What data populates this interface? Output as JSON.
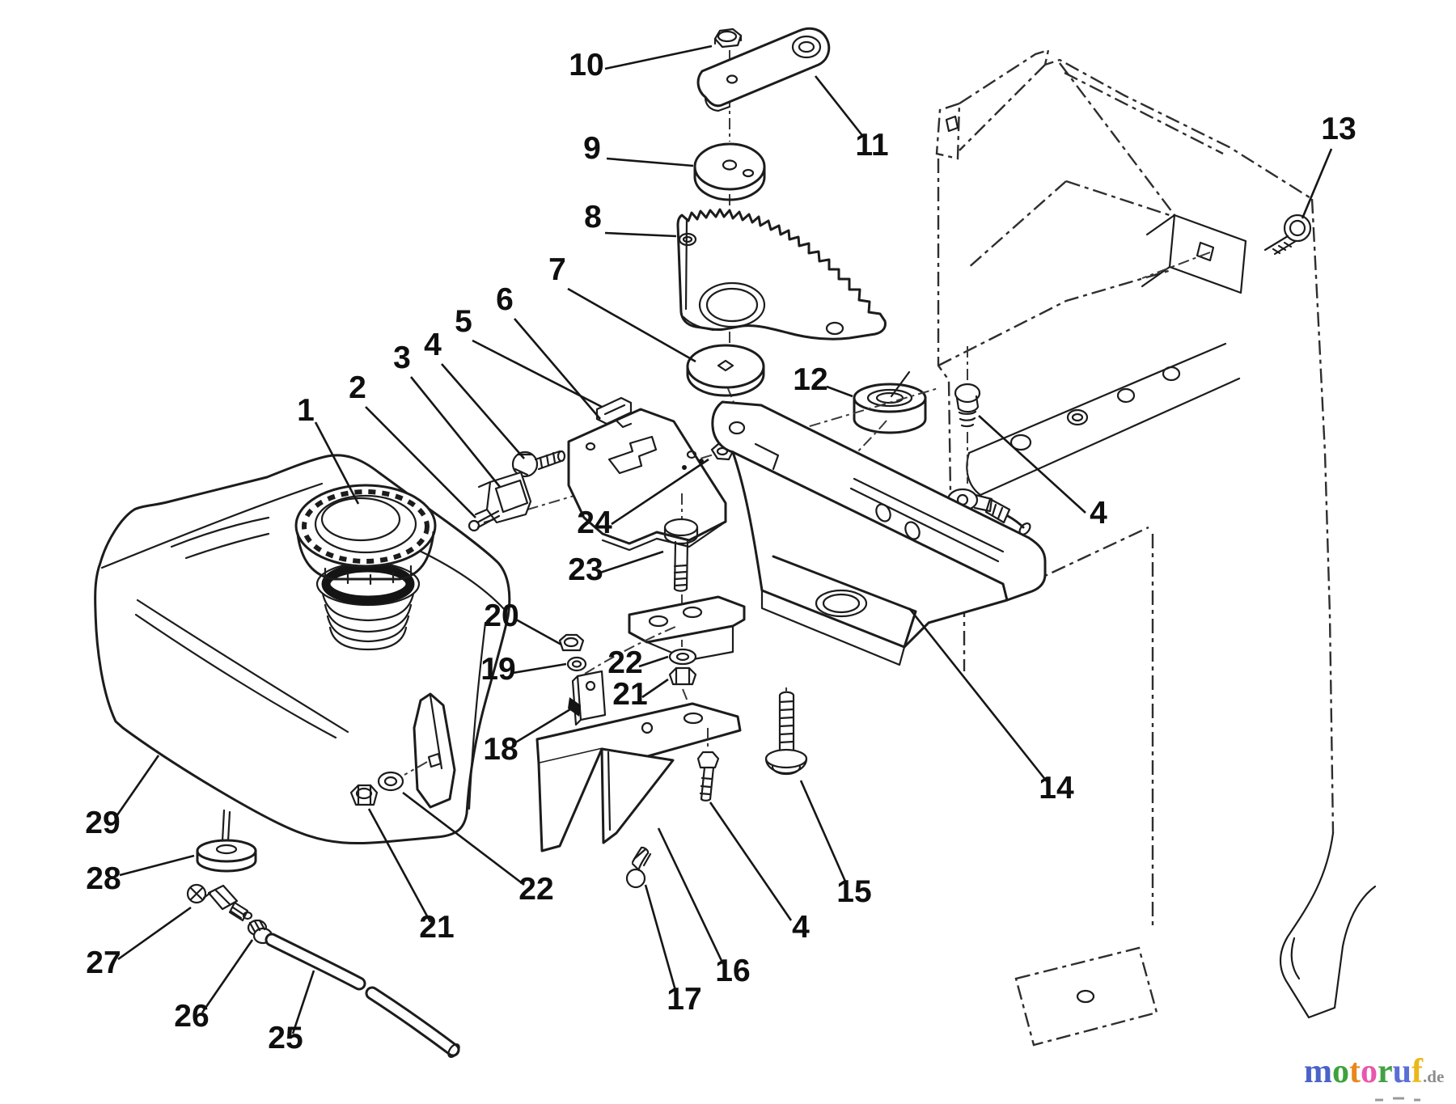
{
  "figure": {
    "type": "exploded-parts-diagram",
    "subject": "Fuel tank and steering gear assembly exploded view",
    "background": "#ffffff",
    "line_color": "#1c1c1c"
  },
  "callouts": [
    {
      "part": "fuel-tank-cap",
      "text": "1"
    },
    {
      "part": "pin",
      "text": "2"
    },
    {
      "part": "interlock-switch",
      "text": "3"
    },
    {
      "part": "bolt",
      "text": "4"
    },
    {
      "part": "clip",
      "text": "5"
    },
    {
      "part": "control-plate",
      "text": "6"
    },
    {
      "part": "washer",
      "text": "7"
    },
    {
      "part": "sector-gear",
      "text": "8"
    },
    {
      "part": "disc",
      "text": "9"
    },
    {
      "part": "nut",
      "text": "10"
    },
    {
      "part": "steering-plate",
      "text": "11"
    },
    {
      "part": "rubber-bushing",
      "text": "12"
    },
    {
      "part": "bolt",
      "text": "13"
    },
    {
      "part": "bolt",
      "text": "4"
    },
    {
      "part": "mounting-bracket",
      "text": "14"
    },
    {
      "part": "bolt",
      "text": "15"
    },
    {
      "part": "bolt",
      "text": "4"
    },
    {
      "part": "angle-bracket",
      "text": "16"
    },
    {
      "part": "bolt",
      "text": "17"
    },
    {
      "part": "clip",
      "text": "18"
    },
    {
      "part": "washer",
      "text": "19"
    },
    {
      "part": "nut",
      "text": "20"
    },
    {
      "part": "nut",
      "text": "21"
    },
    {
      "part": "washer",
      "text": "22"
    },
    {
      "part": "bolt",
      "text": "23"
    },
    {
      "part": "nut",
      "text": "24"
    },
    {
      "part": "fuel-hose",
      "text": "25"
    },
    {
      "part": "bushing",
      "text": "26"
    },
    {
      "part": "shutoff-valve",
      "text": "27"
    },
    {
      "part": "grommet",
      "text": "28"
    },
    {
      "part": "fuel-tank",
      "text": "29"
    },
    {
      "part": "nut",
      "text": "21"
    },
    {
      "part": "washer",
      "text": "22"
    }
  ],
  "watermark": {
    "letters": [
      {
        "ch": "m",
        "color": "#4a63c8"
      },
      {
        "ch": "o",
        "color": "#3da23d"
      },
      {
        "ch": "t",
        "color": "#e8871e"
      },
      {
        "ch": "o",
        "color": "#e857ae"
      },
      {
        "ch": "r",
        "color": "#43a143"
      },
      {
        "ch": "u",
        "color": "#5a6fd6"
      },
      {
        "ch": "f",
        "color": "#e9b91c"
      }
    ],
    "suffix": ".de",
    "suffix_color": "#8c8c8c"
  }
}
